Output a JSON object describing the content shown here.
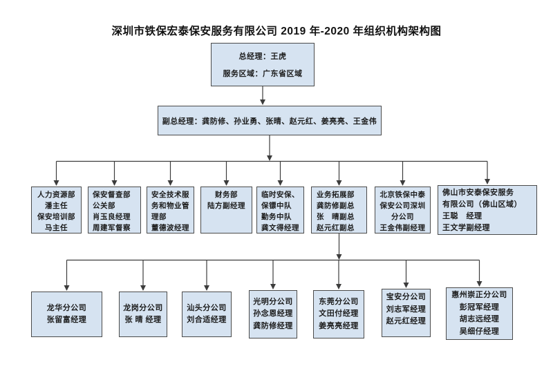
{
  "title": "深圳市铁保宏泰保安服务有限公司 2019 年-2020 年组织机构架构图",
  "colors": {
    "box_fill": "#d6e3f1",
    "box_border": "#4a4a4a",
    "connector_line": "#3c3c3c",
    "text": "#1c1c1c",
    "background": "#ffffff"
  },
  "general_manager": {
    "lines": [
      "总经理：王虎",
      "服务区域：广东省区域"
    ]
  },
  "deputy_general_managers": {
    "lines": [
      "副总经理：龚防修、孙业勇、张晴、赵元红、姜亮亮、王金伟"
    ]
  },
  "departments": [
    {
      "lines": [
        "人力资源部",
        "潘主任",
        "保安培训部",
        "马主任"
      ]
    },
    {
      "lines": [
        "保安督查部",
        "公关部",
        "肖玉良经理",
        "周建军督察"
      ]
    },
    {
      "lines": [
        "安全技术服",
        "务和物业管",
        "理部",
        "董德波经理"
      ]
    },
    {
      "lines": [
        "财务部",
        "陆方副经理"
      ]
    },
    {
      "lines": [
        "临时安保、",
        "保镖中队",
        "勤务中队",
        "龚文得经理"
      ]
    },
    {
      "lines": [
        "业务拓展部",
        "龚防修副总",
        "张　晴副总",
        "赵元红副总"
      ]
    },
    {
      "lines": [
        "北京铁保中泰",
        "保安公司深圳",
        "分公司",
        "王金伟副经理"
      ]
    },
    {
      "lines": [
        "佛山市安泰保安服务",
        "有限公司（佛山区域）",
        "王聪　经理",
        "王文学副经理"
      ]
    }
  ],
  "branches": [
    {
      "lines": [
        "龙华分公司",
        "张留富经理"
      ]
    },
    {
      "lines": [
        "龙岗分公司",
        "张 晴 经理"
      ]
    },
    {
      "lines": [
        "汕头分公司",
        "刘合适经理"
      ]
    },
    {
      "lines": [
        "光明分公司",
        "孙念恩经理",
        "龚防修经理"
      ]
    },
    {
      "lines": [
        "东莞分公司",
        "文田付经理",
        "姜亮亮经理"
      ]
    },
    {
      "lines": [
        "宝安分公司",
        "刘志军经理",
        "赵元红经理"
      ]
    },
    {
      "lines": [
        "惠州崇正分公司",
        "彭冠军经理",
        "胡志远经理",
        "吴细仔经理"
      ]
    }
  ]
}
